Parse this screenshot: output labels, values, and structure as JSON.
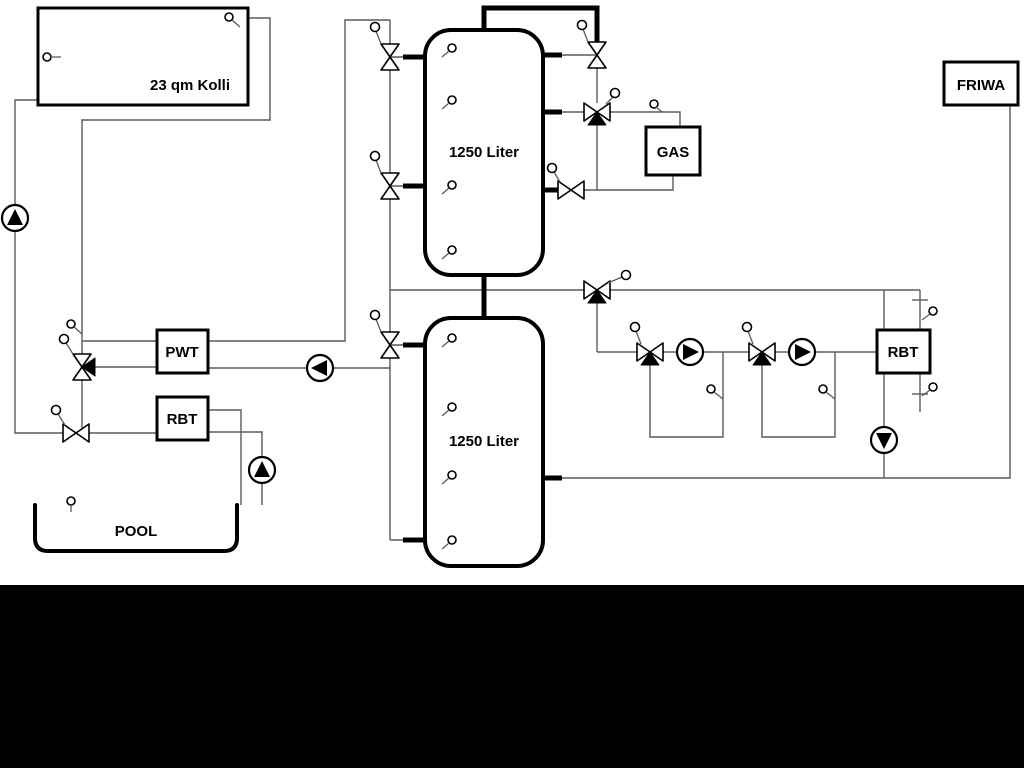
{
  "diagram": {
    "labels": {
      "collector": "23 qm Kolli",
      "tank1": "1250 Liter",
      "tank2": "1250 Liter",
      "gas": "GAS",
      "friwa": "FRIWA",
      "pwt": "PWT",
      "rbt_left": "RBT",
      "rbt_right": "RBT",
      "pool": "POOL"
    },
    "colors": {
      "background": "#ffffff",
      "letterbox": "#000000",
      "pipe_thin": "#5a5a5a",
      "pipe_thick": "#000000"
    },
    "icons": {
      "pump": "circle-with-black-triangle",
      "valve": "bowtie-triangles",
      "three_way_valve": "bowtie-with-black-branch-triangle",
      "sensor": "small-circle-with-stem"
    }
  }
}
